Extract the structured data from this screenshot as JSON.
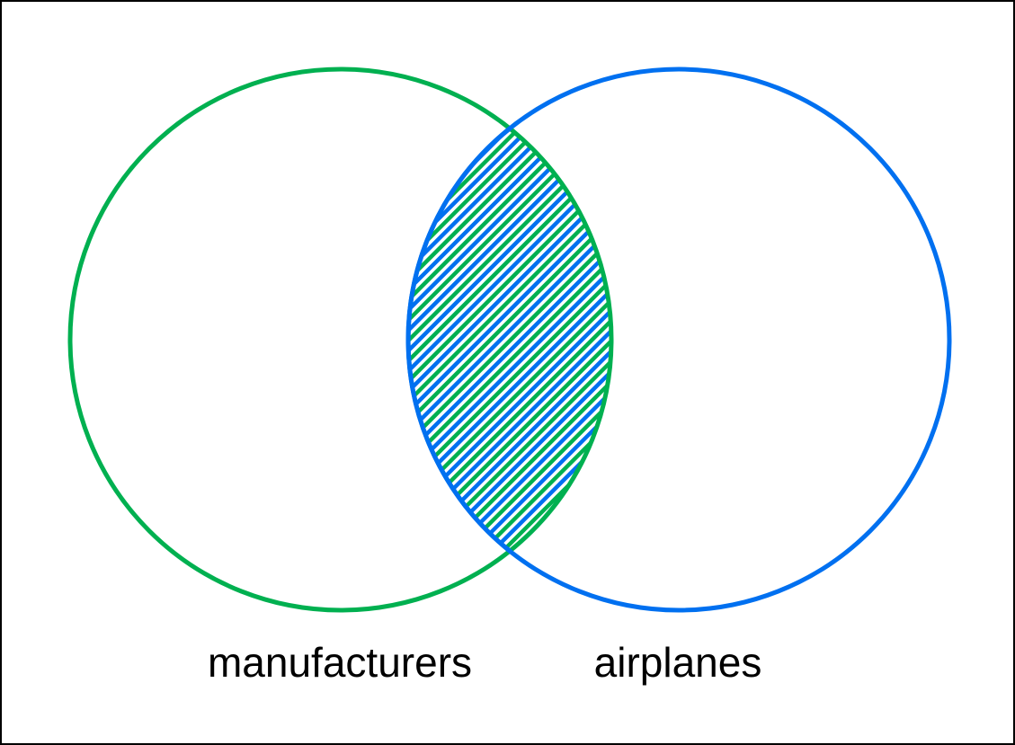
{
  "sets": [
    {
      "label": "manufacturers",
      "color": "#00b050"
    },
    {
      "label": "airplanes",
      "color": "#0070f0"
    }
  ],
  "intersection": {
    "fill": "hatched",
    "colors": [
      "#0070f0",
      "#00b050"
    ]
  },
  "border_color": "#000000"
}
